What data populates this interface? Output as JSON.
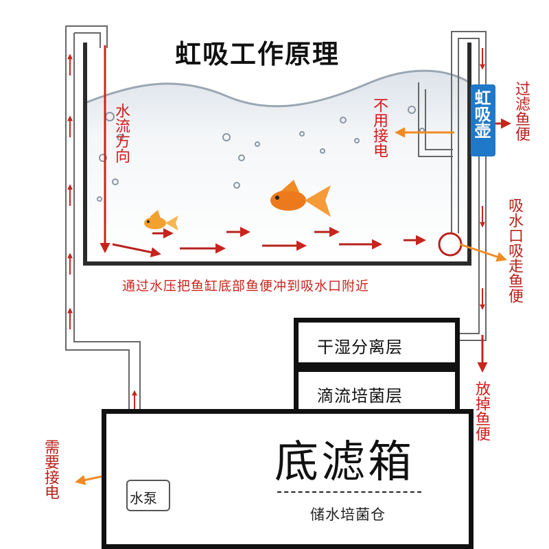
{
  "title": "虹吸工作原理",
  "labels": {
    "water_flow_direction": "水流方向",
    "no_power_needed": "不用接电",
    "siphon_pot": "虹吸壶",
    "filter_waste": "过滤鱼便",
    "intake_removes_waste": "吸水口吸走鱼便",
    "drain_waste": "放掉鱼便",
    "needs_power": "需要接电",
    "water_pressure_note": "通过水压把鱼缸底部鱼便冲到吸水口附近"
  },
  "layers": {
    "dry_wet_separation": "干湿分离层",
    "drip_culture": "滴流培菌层"
  },
  "sump": {
    "name": "底滤箱",
    "storage": "储水培菌仓"
  },
  "pump": "水泵",
  "colors": {
    "flow_red": "#c8241c",
    "callout_orange": "#f08a24",
    "badge_blue": "#1f78c8",
    "frame": "#111111"
  }
}
